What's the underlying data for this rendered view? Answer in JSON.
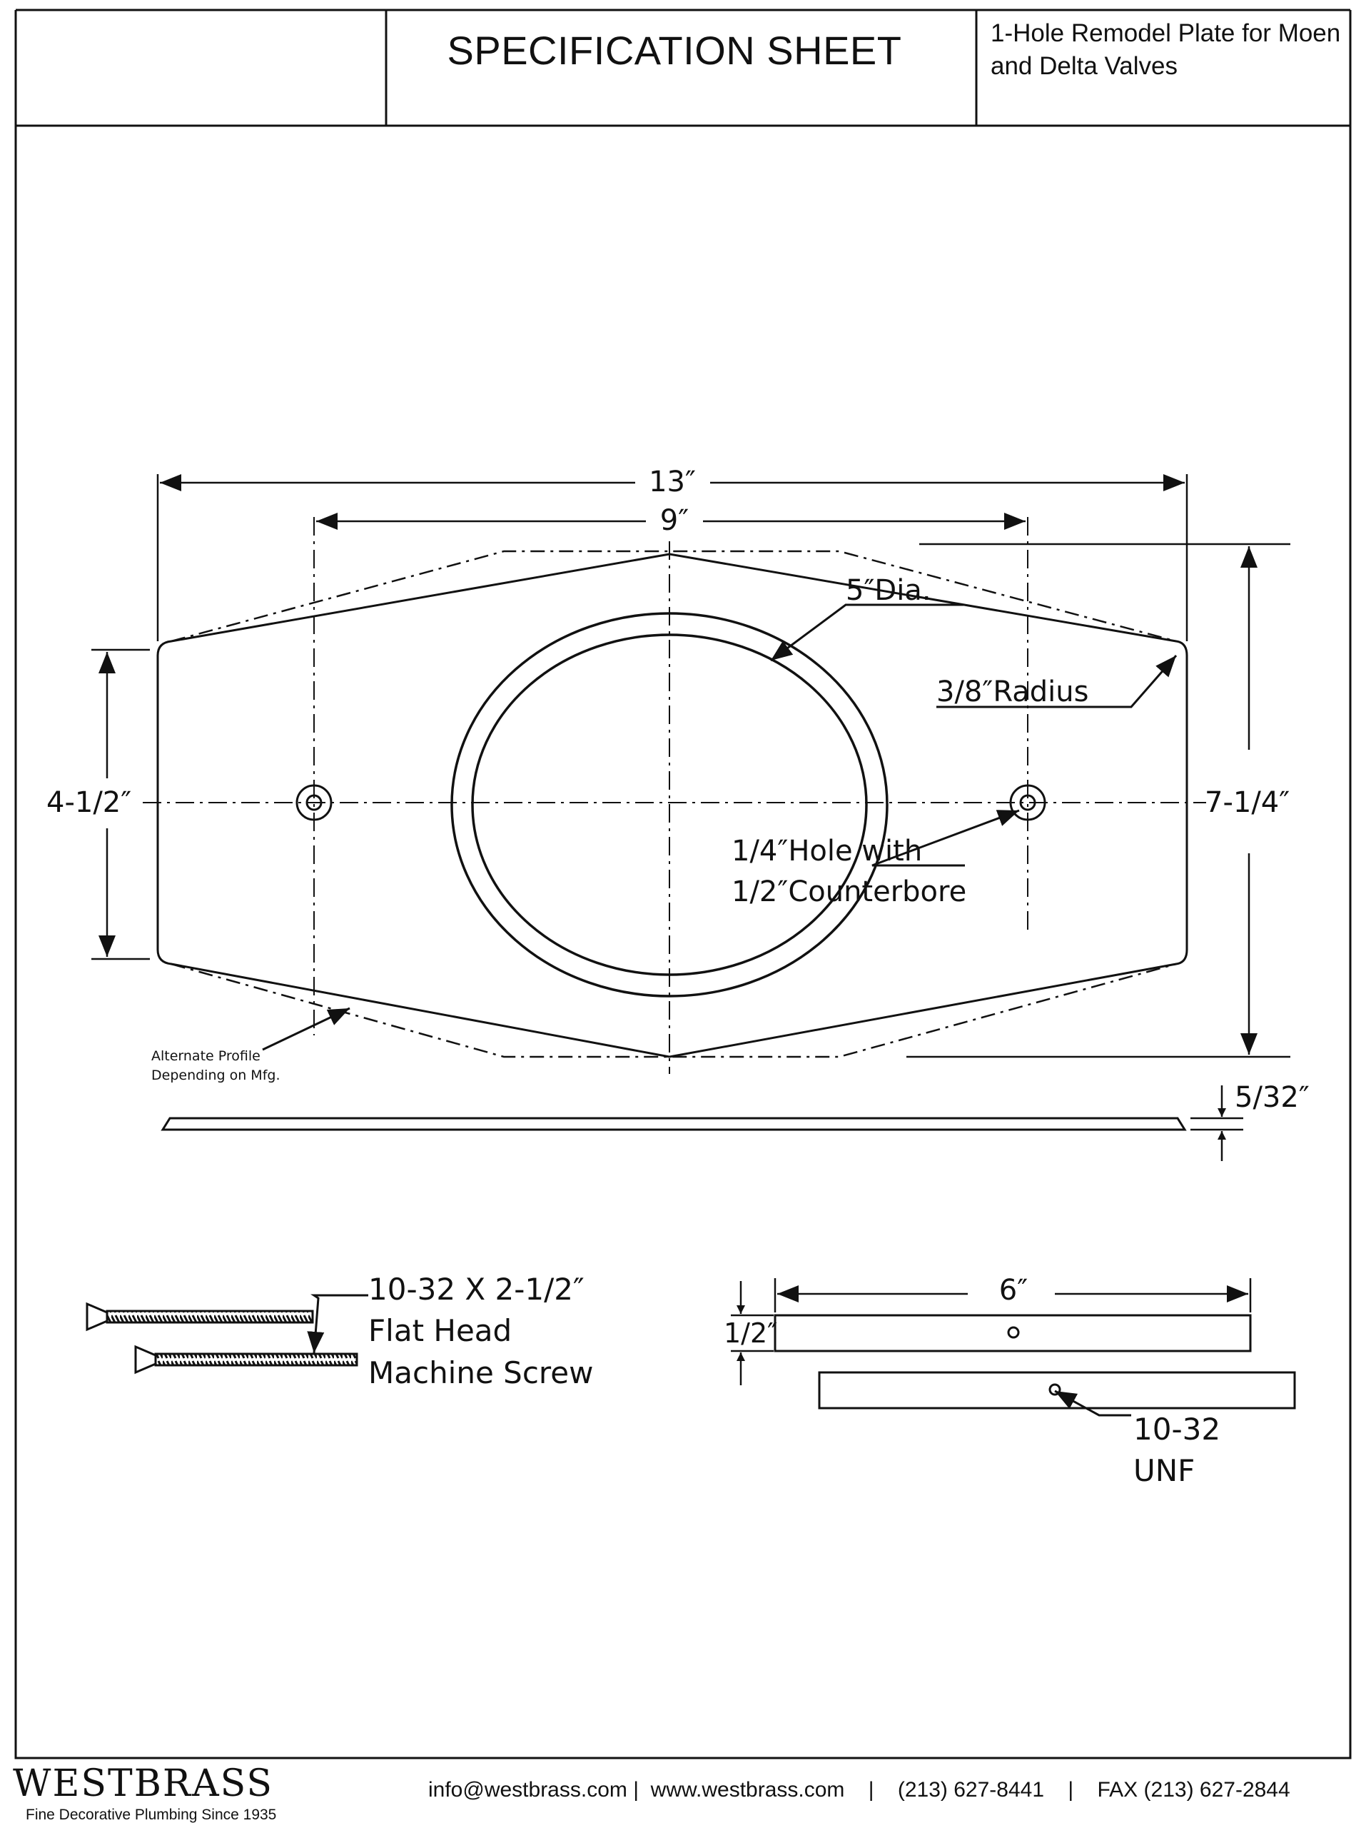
{
  "header": {
    "title": "SPECIFICATION SHEET",
    "subtitle_line1": "1-Hole Remodel Plate for Moen",
    "subtitle_line2": "and Delta Valves"
  },
  "diagram": {
    "dim_overall_width": "13″",
    "dim_hole_spacing": "9″",
    "label_center_hole": "5″Dia.",
    "label_corner_radius": "3/8″Radius",
    "dim_side_height": "4-1/2″",
    "dim_overall_height": "7-1/4″",
    "label_mount_hole_line1": "1/4″Hole with",
    "label_mount_hole_line2": "1/2″Counterbore",
    "label_alternate_line1": "Alternate Profile",
    "label_alternate_line2": "Depending on Mfg.",
    "dim_thickness": "5/32″",
    "screw_label_line1": "10-32 X 2-1/2″",
    "screw_label_line2": "Flat Head",
    "screw_label_line3": "Machine Screw",
    "dim_bar_length": "6″",
    "dim_bar_height": "1/2″",
    "thread_label_line1": "10-32",
    "thread_label_line2": "UNF"
  },
  "footer": {
    "brand": "WESTBRASS",
    "tagline": "Fine Decorative Plumbing Since 1935",
    "contact": "info@westbrass.com |  www.westbrass.com    |    (213) 627-8441    |    FAX (213) 627-2844"
  }
}
